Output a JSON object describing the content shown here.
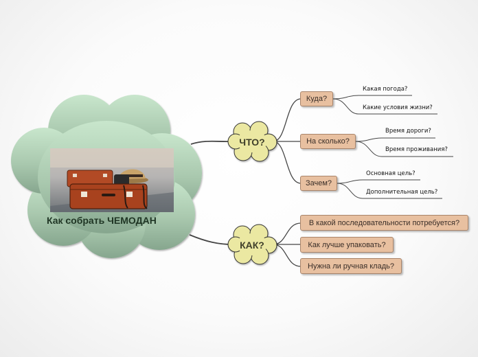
{
  "central": {
    "title": "Как собрать ЧЕМОДАН",
    "image_icon": "suitcase-photo"
  },
  "branches": [
    {
      "label": "ЧТО?",
      "children": [
        {
          "label": "Куда?",
          "leaves": [
            "Какая погода?",
            "Какие условия жизни?"
          ]
        },
        {
          "label": "На сколько?",
          "leaves": [
            "Время дороги?",
            "Время проживания?"
          ]
        },
        {
          "label": "Зачем?",
          "leaves": [
            "Основная цель?",
            "Дополнительная цель?"
          ]
        }
      ]
    },
    {
      "label": "КАК?",
      "children": [
        {
          "label": "В какой последовательности потребуется?"
        },
        {
          "label": "Как лучше упаковать?"
        },
        {
          "label": "Нужна ли ручная кладь?"
        }
      ]
    }
  ],
  "colors": {
    "central_cloud_top": "#c8e6cc",
    "central_cloud_bottom": "#86a68e",
    "bubble_fill": "#ebe8a2",
    "node_fill": "#e8c0a0",
    "line": "#444444"
  }
}
